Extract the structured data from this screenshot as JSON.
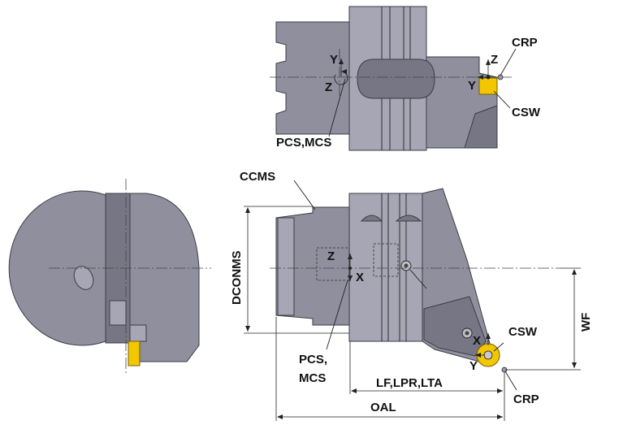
{
  "colors": {
    "body": "#8f8f9e",
    "body_dark": "#767684",
    "insert": "#f2c700",
    "line": "#222222"
  },
  "top_view": {
    "labels": {
      "y_axis": "Y",
      "z_axis": "Z",
      "pcs_mcs": "PCS,MCS",
      "crp": "CRP",
      "csw": "CSW",
      "tip_z": "Z",
      "tip_y": "Y"
    }
  },
  "side_view": {
    "labels": {
      "ccms": "CCMS",
      "dconms": "DCONMS",
      "z_axis": "Z",
      "x_axis": "X",
      "pcs": "PCS,",
      "mcs": "MCS",
      "csw": "CSW",
      "tip_x": "X",
      "tip_y": "Y",
      "wf": "WF",
      "lf": "LF,LPR,LTA",
      "oal": "OAL",
      "crp": "CRP"
    }
  }
}
